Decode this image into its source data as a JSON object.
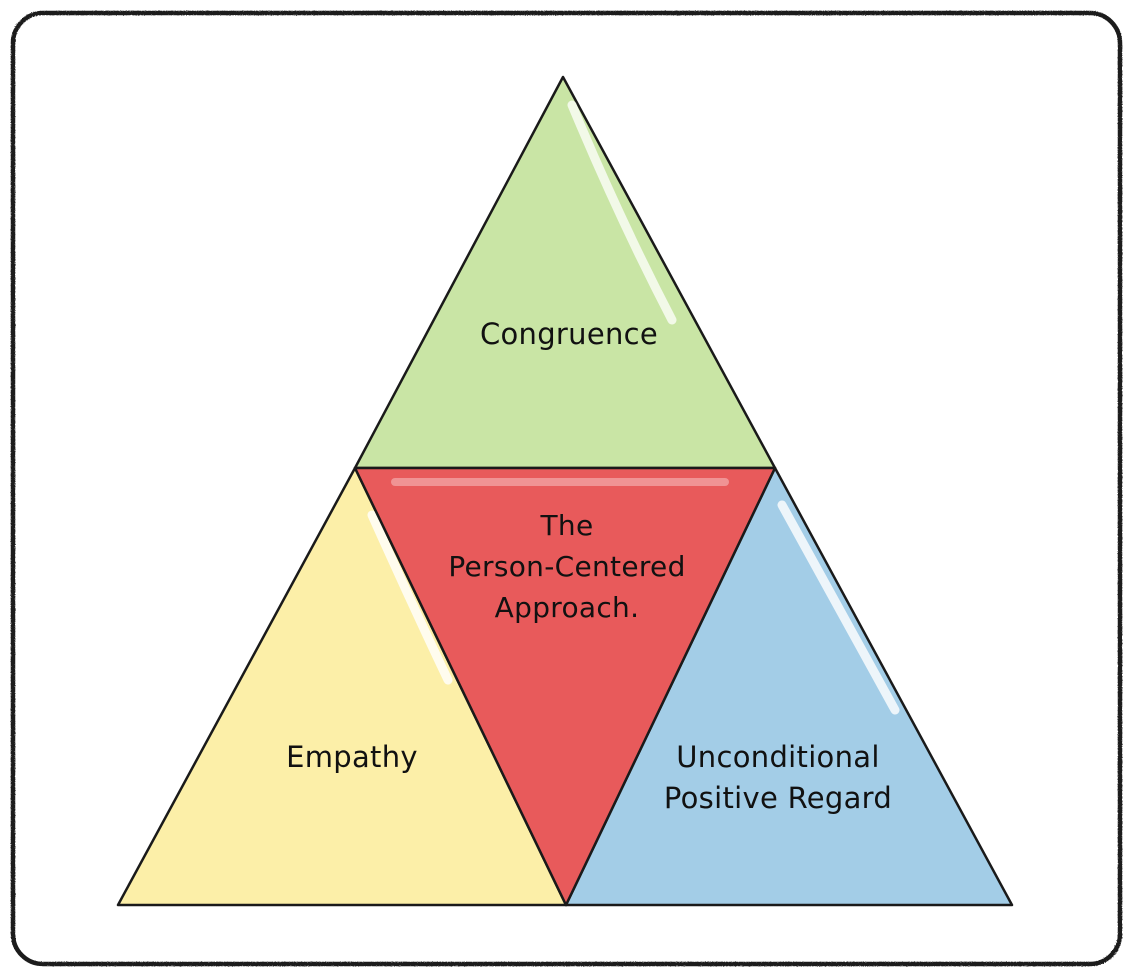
{
  "diagram": {
    "top": {
      "label": "Congruence",
      "color": "#c9e5a5"
    },
    "center": {
      "line1": "The",
      "line2": "Person-Centered",
      "line3": "Approach.",
      "color": "#e85a5b"
    },
    "left": {
      "label": "Empathy",
      "color": "#fcefa8"
    },
    "right": {
      "line1": "Unconditional",
      "line2": "Positive Regard",
      "color": "#a3cde7"
    },
    "outline_color": "#1a1a1a"
  }
}
